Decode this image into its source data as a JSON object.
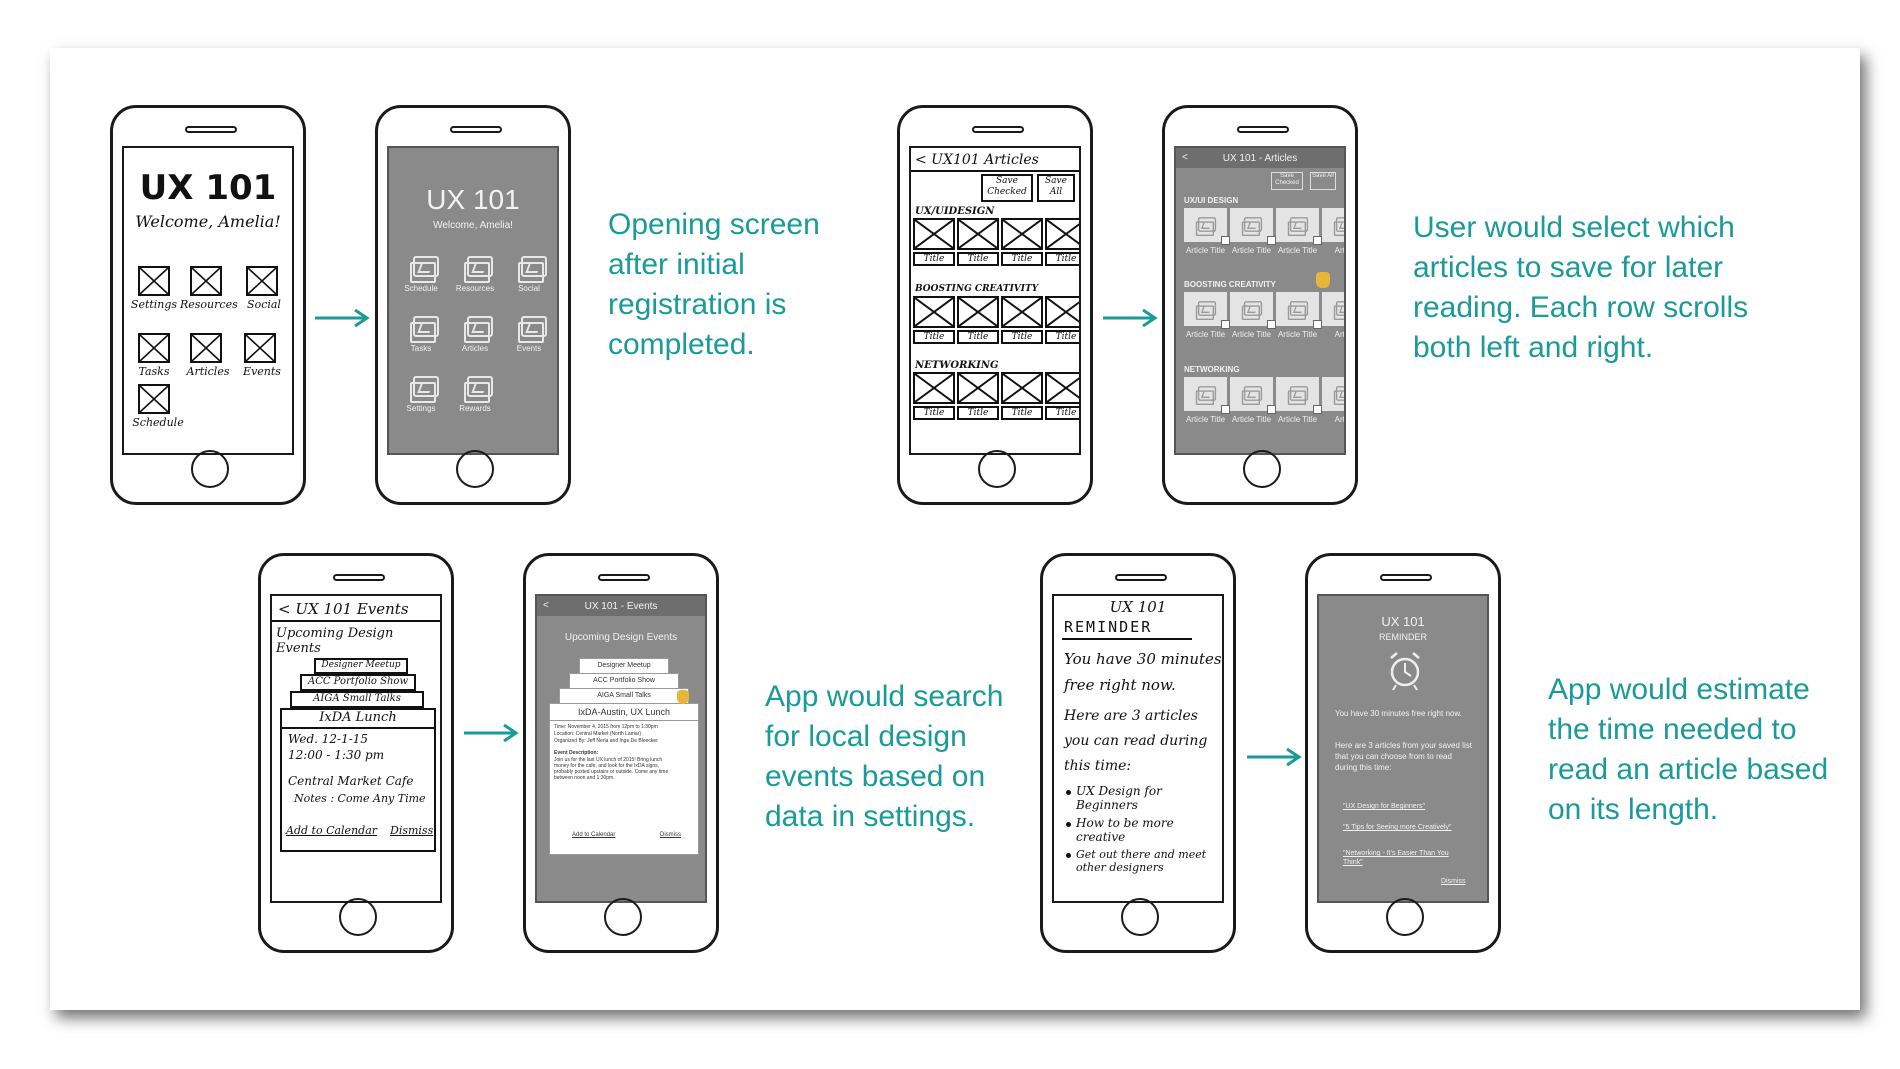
{
  "captions": {
    "opening": "Opening screen\nafter initial\nregistration is\ncompleted.",
    "articles": "User would select which\narticles to save for later\nreading. Each row scrolls\nboth left and right.",
    "events": "App would search\nfor local design\nevents based on\ndata in settings.",
    "reminder": "App would estimate\nthe time needed to\nread an article based\non its length."
  },
  "sketch_home": {
    "title": "UX 101",
    "welcome": "Welcome, Amelia!",
    "items": [
      "Settings",
      "Resources",
      "Social",
      "Tasks",
      "Articles",
      "Events",
      "Schedule"
    ]
  },
  "mock_home": {
    "title": "UX 101",
    "welcome": "Welcome, Amelia!",
    "items": [
      "Schedule",
      "Resources",
      "Social",
      "Tasks",
      "Articles",
      "Events",
      "Settings",
      "Rewards"
    ]
  },
  "sketch_articles": {
    "header": "< UX101 Articles",
    "save_checked": "Save Checked",
    "save_all": "Save All",
    "sections": [
      "UX/UIDESIGN",
      "BOOSTING CREATIVITY",
      "NETWORKING"
    ],
    "tile_label": "Title"
  },
  "mock_articles": {
    "header": "UX 101 - Articles",
    "back": "<",
    "save_checked": "Save Checked",
    "save_all": "Save All",
    "sections": [
      "UX/UI DESIGN",
      "BOOSTING CREATIVITY",
      "NETWORKING"
    ],
    "tile_label": "Article Title",
    "tile_label_cut": "Articl"
  },
  "sketch_events": {
    "header": "< UX 101 Events",
    "subtitle": "Upcoming Design Events",
    "stack": [
      "Designer Meetup",
      "ACC Portfolio Show",
      "AIGA Small Talks"
    ],
    "card_title": "IxDA Lunch",
    "date": "Wed. 12-1-15",
    "time": "12:00 - 1:30 pm",
    "place": "Central Market Cafe",
    "notes": "Notes : Come Any Time",
    "add": "Add to Calendar",
    "dismiss": "Dismiss"
  },
  "mock_events": {
    "header": "UX 101 - Events",
    "back": "<",
    "subtitle": "Upcoming Design Events",
    "stack": [
      "Designer Meetup",
      "ACC Portfolio Show",
      "AIGA Small Talks"
    ],
    "card_title": "IxDA-Austin, UX Lunch",
    "time": "Time: November 4, 2015 from 12pm to 1:30pm",
    "location": "Location: Central Market (North Lamar)",
    "organized": "Organized By: Jeff Nerla and Inge De Bleecker",
    "desc_label": "Event Description:",
    "desc": "Join us for the last UX lunch of 2015! Bring lunch money for the cafe, and look for the IxDA signs, probably posted upstairs or outside. Come any time between noon and 1:30pm.",
    "add": "Add to Calendar",
    "dismiss": "Dismiss"
  },
  "sketch_reminder": {
    "title": "UX 101",
    "heading": "REMINDER",
    "line1": "You have 30 minutes free right now.",
    "line2": "Here are 3 articles you can read during this time:",
    "bullets": [
      "UX Design for Beginners",
      "How to be more creative",
      "Get out there and meet other designers"
    ]
  },
  "mock_reminder": {
    "title": "UX 101",
    "heading": "REMINDER",
    "line1": "You have 30 minutes free right now.",
    "line2": "Here are 3 articles from your saved list that you can choose from to read during this time:",
    "links": [
      "\"UX Design for Beginners\"",
      "\"5 Tips for Seeing more Creatively\"",
      "\"Networking - It's Easier Than You Think\""
    ],
    "dismiss": "Dismiss"
  }
}
